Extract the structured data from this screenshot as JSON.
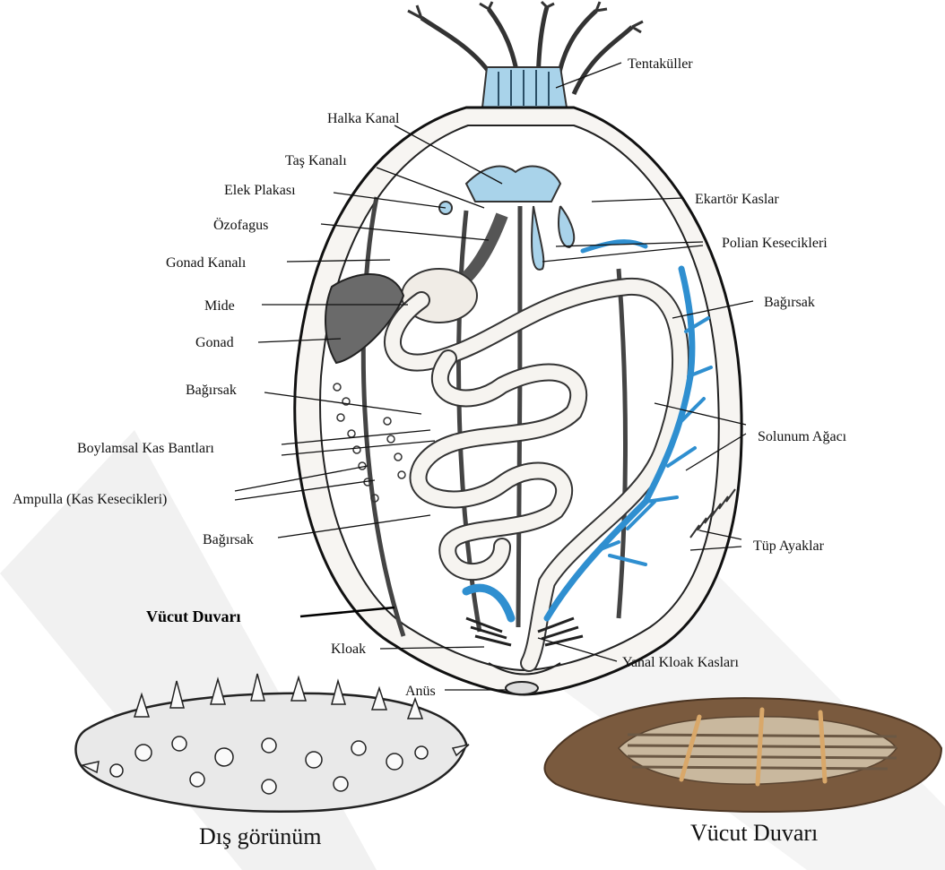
{
  "labels": {
    "tentakuller": "Tentaküller",
    "halka_kanal": "Halka Kanal",
    "tas_kanali": "Taş Kanalı",
    "elek_plakasi": "Elek Plakası",
    "ozofagus": "Özofagus",
    "gonad_kanali": "Gonad Kanalı",
    "mide": "Mide",
    "gonad": "Gonad",
    "bagirsak_left_1": "Bağırsak",
    "boylamsal": "Boylamsal Kas Bantları",
    "ampulla": "Ampulla (Kas Kesecikleri)",
    "bagirsak_left_2": "Bağırsak",
    "vucut_duvari_bold": "Vücut Duvarı",
    "kloak": "Kloak",
    "anus": "Anüs",
    "ekartor": "Ekartör Kaslar",
    "polian": "Polian Kesecikleri",
    "bagirsak_right": "Bağırsak",
    "solunum": "Solunum Ağacı",
    "tup_ayaklar": "Tüp Ayaklar",
    "yanal_kloak": "Yanal Kloak Kasları"
  },
  "captions": {
    "dis_gorunum": "Dış görünüm",
    "vucut_duvari": "Vücut Duvarı"
  },
  "colors": {
    "water_vascular": "#a9d3ea",
    "respiratory_tree": "#2f8fd0",
    "body_wall_photo": "#7a5a3e",
    "muscle_bands_photo": "#d9a86a"
  }
}
